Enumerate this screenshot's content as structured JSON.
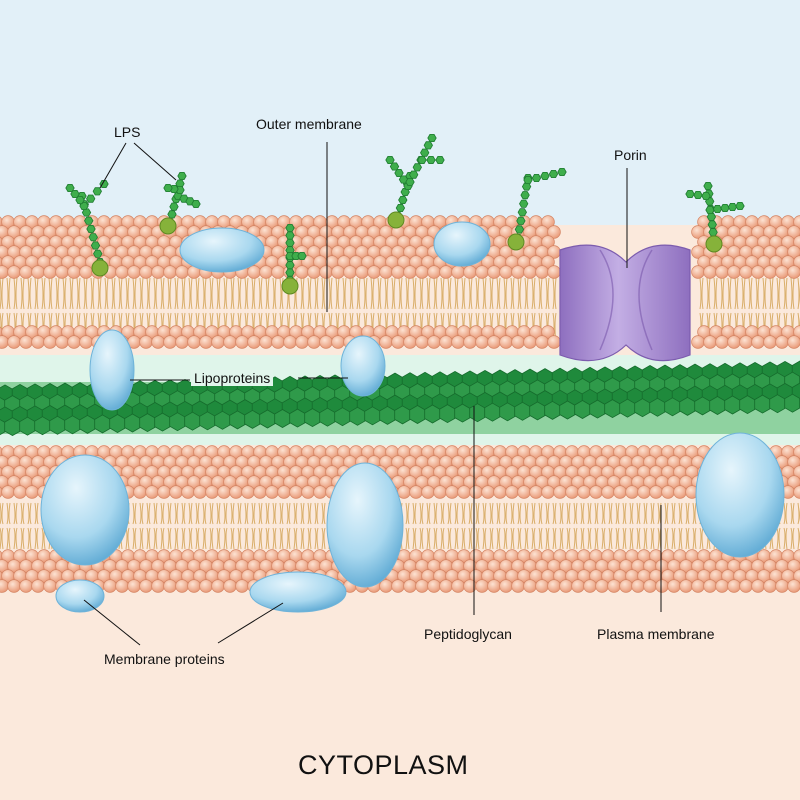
{
  "labels": {
    "lps": "LPS",
    "outer_membrane": "Outer membrane",
    "porin": "Porin",
    "lipoproteins": "Lipoproteins",
    "peptidoglycan": "Peptidoglycan",
    "plasma_membrane": "Plasma membrane",
    "membrane_proteins": "Membrane proteins",
    "cytoplasm": "CYTOPLASM"
  },
  "colors": {
    "extracellular": "#e2f0f8",
    "cytoplasm": "#fbe9dc",
    "periplasm": "#dff5ea",
    "lipid_head": "#f2a987",
    "lipid_tail": "#d9ae6a",
    "peptidoglycan": "#249044",
    "lps_sugar": "#3fae4c",
    "lps_lipid_a": "#86b23a",
    "porin": "#a98fd0",
    "protein": "#a9d8ef"
  }
}
